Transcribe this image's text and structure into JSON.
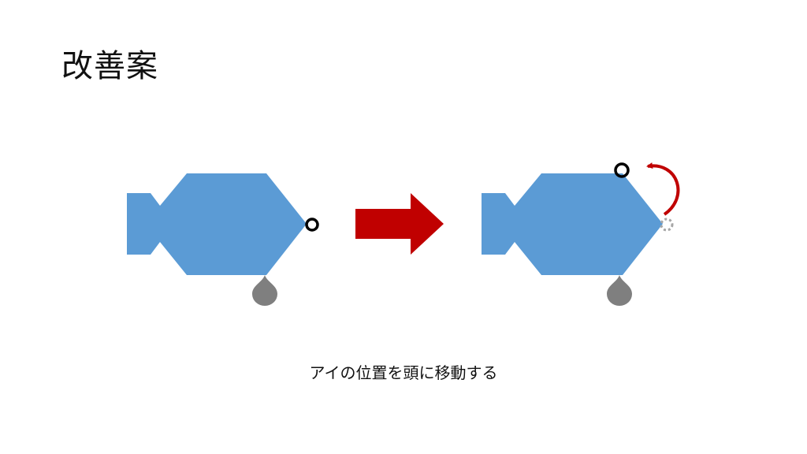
{
  "slide": {
    "title": "改善案",
    "caption": "アイの位置を頭に移動する"
  },
  "colors": {
    "fish_body": "#5B9BD5",
    "sinker": "#7F7F7F",
    "arrow": "#C00000",
    "eye_ring": "#000000",
    "background": "#FFFFFF"
  },
  "icons": {
    "before_fish": "fish-lure-shape",
    "after_fish": "fish-lure-shape",
    "transition_arrow": "right-arrow",
    "line_eye": "ring",
    "sinker": "teardrop",
    "relocation_arrow": "curved-arrow"
  }
}
